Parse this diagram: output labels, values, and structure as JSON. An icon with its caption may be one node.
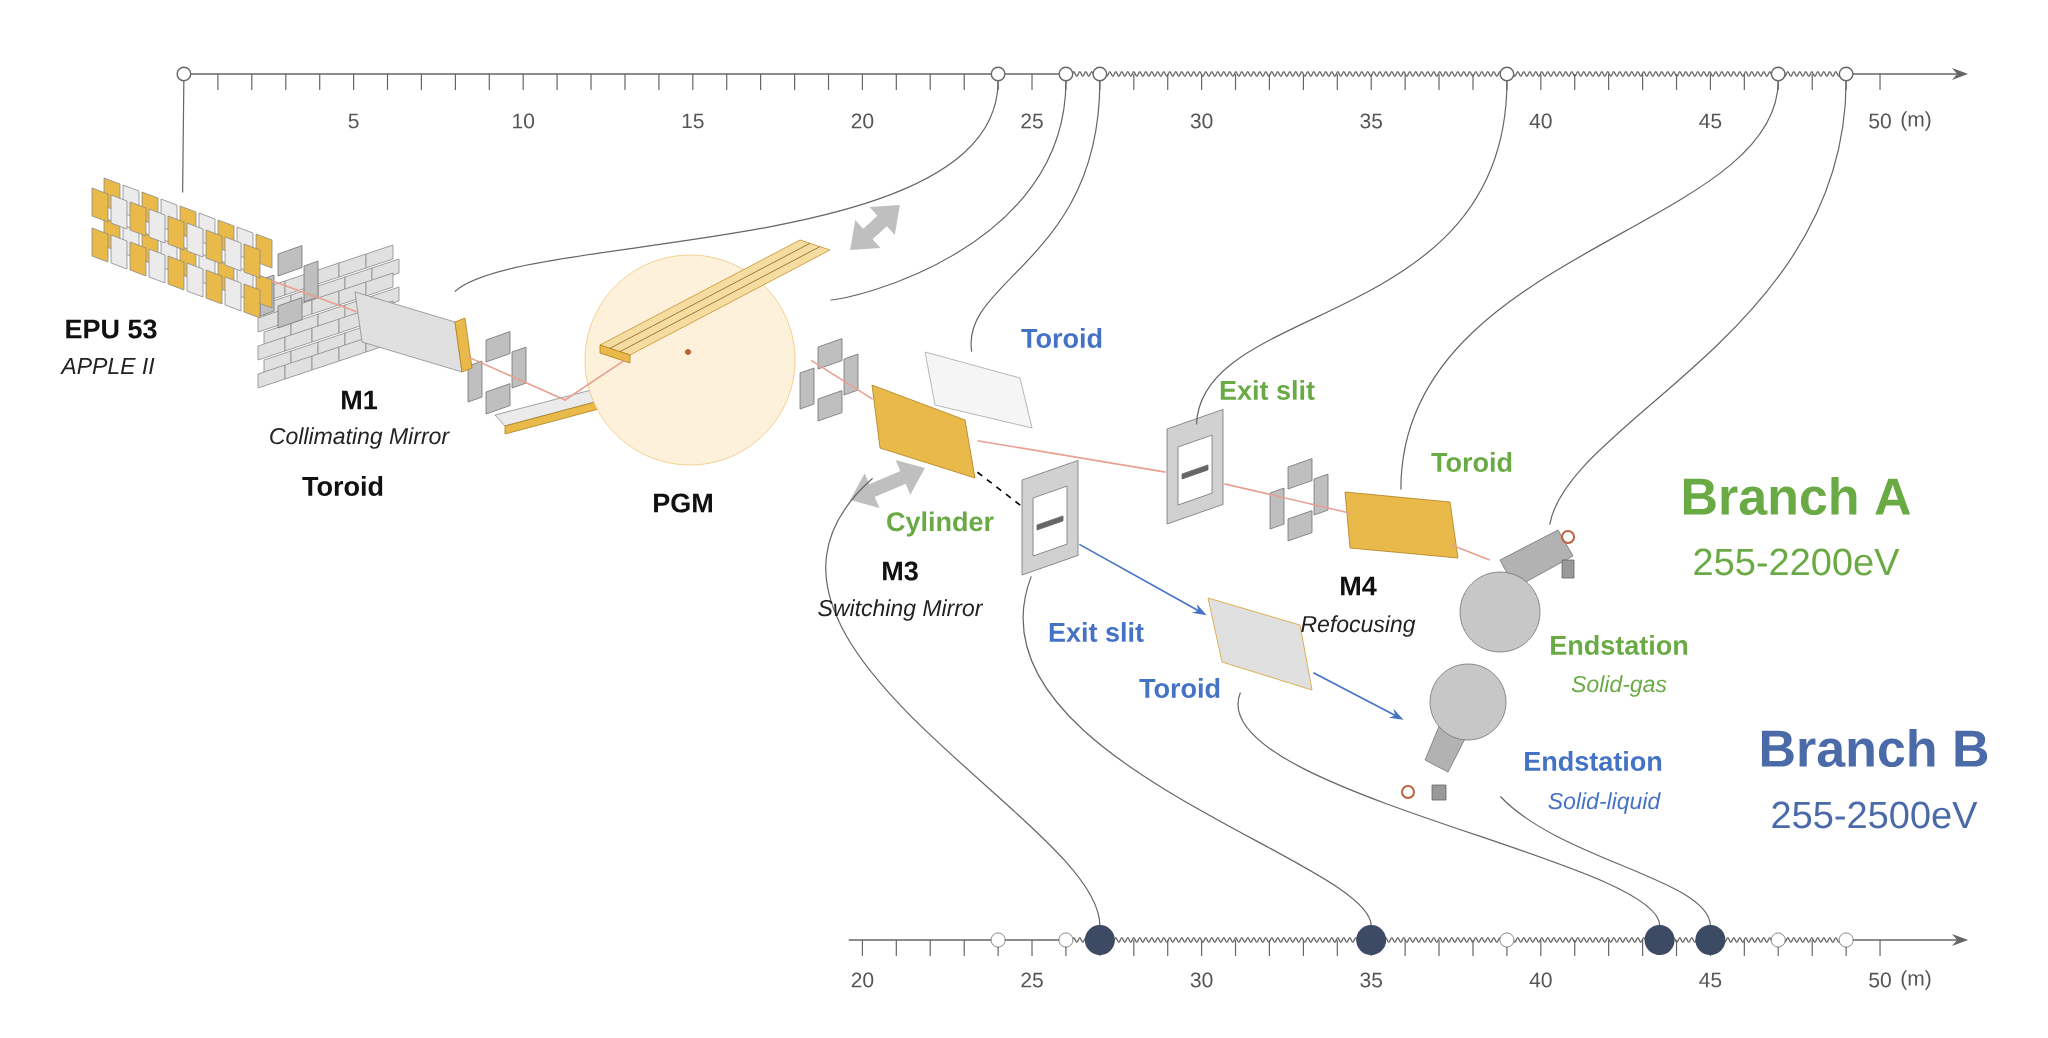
{
  "diagram": {
    "nodes": [
      {
        "text": [],
        "shape": "picture"
      },
      {
        "text": [],
        "shape": "picture"
      },
      {
        "text": [],
        "shape": "picture"
      },
      {
        "text": [],
        "shape": "picture"
      },
      {
        "text": [],
        "shape": "picture"
      },
      {
        "text": [],
        "shape": "picture"
      },
      {
        "text": [],
        "shape": "picture"
      },
      {
        "text": [],
        "shape": "picture"
      },
      {
        "text": [],
        "shape": "picture"
      },
      {
        "text": [],
        "shape": "picture"
      },
      {
        "text": [],
        "shape": "picture"
      }
    ],
    "edges": [
      {
        "from": null,
        "to": 0,
        "arrow": "other"
      },
      {
        "from": null,
        "to": 1,
        "arrow": "other"
      },
      {
        "from": null,
        "to": 2,
        "arrow": "other"
      },
      {
        "from": null,
        "to": 4,
        "arrow": "other"
      },
      {
        "from": null,
        "to": 5,
        "arrow": "other"
      },
      {
        "from": null,
        "to": 6,
        "arrow": "other"
      },
      {
        "from": null,
        "to": 7,
        "arrow": "other"
      },
      {
        "from": null,
        "to": 3,
        "arrow": "other"
      },
      {
        "from": null,
        "to": 8,
        "arrow": "other"
      },
      {
        "from": null,
        "to": 9,
        "arrow": "other"
      },
      {
        "from": null,
        "to": 10,
        "arrow": "other"
      },
      {
        "from": 0,
        "to": 1,
        "arrow": "none",
        "color": "#e8a090"
      },
      {
        "from": 1,
        "to": 2,
        "arrow": "none",
        "color": "#e8a090"
      },
      {
        "from": 2,
        "to": 3,
        "arrow": "none",
        "color": "#e8a090"
      },
      {
        "from": 3,
        "to": 5,
        "arrow": "none",
        "color": "#e8a090"
      },
      {
        "from": 5,
        "to": 6,
        "arrow": "none",
        "color": "#e8a090"
      },
      {
        "from": 6,
        "to": 7,
        "arrow": "none",
        "color": "#e8a090"
      },
      {
        "from": 3,
        "to": 8,
        "arrow": "none",
        "style": "dashed",
        "color": "#000000"
      },
      {
        "from": 8,
        "to": 9,
        "arrow": "to",
        "color": "#4472c4"
      },
      {
        "from": 9,
        "to": 10,
        "arrow": "to",
        "color": "#4472c4"
      }
    ],
    "labels": [
      "5",
      "10",
      "15",
      "20",
      "25",
      "30",
      "35",
      "40",
      "45",
      "50",
      "(m)",
      "EPU 53",
      "APPLE II",
      "M1",
      "Collimating Mirror",
      "Toroid",
      "PGM",
      "Toroid",
      "Exit slit",
      "Toroid",
      "Cylinder",
      "M3",
      "Switching Mirror",
      "Exit slit",
      "M4",
      "Refocusing",
      "Branch A",
      "255-2200eV",
      "Endstation",
      "Toroid",
      "Solid-gas",
      "Branch B",
      "255-2500eV",
      "Endstation",
      "Solid-liquid",
      "20",
      "25",
      "30",
      "35",
      "40",
      "45",
      "50",
      "(m)"
    ]
  }
}
